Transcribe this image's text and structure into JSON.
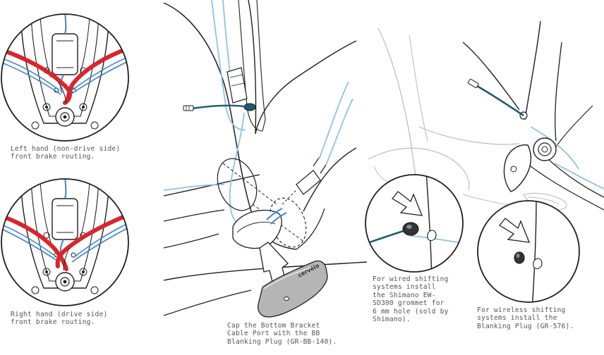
{
  "captions": {
    "left_hand": [
      "Left hand (non-drive side)",
      "front brake routing."
    ],
    "right_hand": [
      "Right hand (drive side)",
      "front brake routing."
    ],
    "bb_plug": [
      "Cap the Bottom Bracket",
      "Cable Port with the BB",
      "Blanking Plug (GR-BB-140)."
    ],
    "wired": [
      "For wired shifting",
      "systems install",
      "the Shimano EW-",
      "SD300 grommet for",
      "6 mm hole (sold by",
      "Shimano)."
    ],
    "wireless": [
      "For wireless shifting",
      "systems install the",
      "Blanking Plug (GR-576)."
    ]
  },
  "plug_brand": "cervélo",
  "colors": {
    "outline": "#1f1f1f",
    "light_outline": "#bdbdbd",
    "brake_housing_red": "#d8262e",
    "cable_light_blue": "#8ec3df",
    "cable_blue": "#3f84c4",
    "cable_dark_teal": "#1f5a73",
    "plug_gray": "#b5b5b5",
    "caption_text": "#555555"
  },
  "icons": [
    "arrow-icon",
    "arrow-icon",
    "arrow-icon"
  ]
}
